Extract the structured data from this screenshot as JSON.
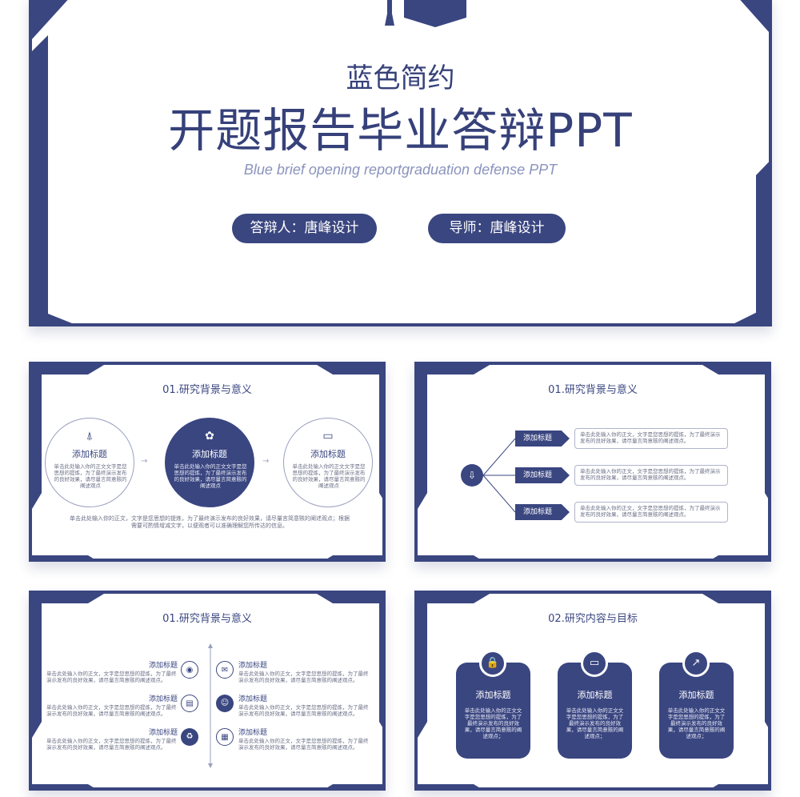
{
  "colors": {
    "navy": "#3a4680",
    "light_text": "#8a93bd",
    "body_text": "#6a6f86"
  },
  "cover": {
    "subtitle": "蓝色简约",
    "title": "开题报告毕业答辩PPT",
    "english": "Blue brief opening reportgraduation defense PPT",
    "presenter": "答辩人：唐峰设计",
    "advisor": "导师：唐峰设计",
    "icon": "graduation-cap-icon"
  },
  "slide1": {
    "title": "01.研究背景与意义",
    "circles": [
      {
        "icon": "bell-icon",
        "glyph": "⍋",
        "title": "添加标题",
        "text": "单击此处输入你的正文文字是您思想的提炼，为了最终演示发布的良好效果，请尽量言简意赅的阐述观点"
      },
      {
        "icon": "flower-icon",
        "glyph": "✿",
        "title": "添加标题",
        "text": "单击此处输入你的正文文字是您思想的提炼，为了最终演示发布的良好效果，请尽量言简意赅的阐述观点"
      },
      {
        "icon": "monitor-icon",
        "glyph": "▭",
        "title": "添加标题",
        "text": "单击此处输入你的正文文字是您思想的提炼，为了最终演示发布的良好效果，请尽量言简意赅的阐述观点"
      }
    ],
    "footer": "单击此处输入你的正文，文字是您思想的提炼，为了最终演示发布的良好效果，请尽量言简意赅的阐述观点；根据需要可酌情增减文字，以便观者可以准确理解您所传达的信息。"
  },
  "slide2": {
    "title": "01.研究背景与意义",
    "hub_icon": "download-icon",
    "items": [
      {
        "tag": "添加标题",
        "text": "单击此处输入你的正文，文字是您思想的提炼，为了最终演示发布的良好效果，请尽量言简意赅的阐述观点。"
      },
      {
        "tag": "添加标题",
        "text": "单击此处输入你的正文，文字是您思想的提炼，为了最终演示发布的良好效果，请尽量言简意赅的阐述观点。"
      },
      {
        "tag": "添加标题",
        "text": "单击此处输入你的正文，文字是您思想的提炼，为了最终演示发布的良好效果，请尽量言简意赅的阐述观点。"
      }
    ]
  },
  "slide3": {
    "title": "01.研究背景与意义",
    "left": [
      {
        "icon": "location-icon",
        "glyph": "◉",
        "title": "添加标题",
        "text": "单击此处输入你的正文，文字是您思想的提炼，为了最终演示发布的良好效果，请尽量言简意赅的阐述观点。"
      },
      {
        "icon": "document-icon",
        "glyph": "▤",
        "title": "添加标题",
        "text": "单击此处输入你的正文，文字是您思想的提炼，为了最终演示发布的良好效果，请尽量言简意赅的阐述观点。"
      },
      {
        "icon": "recycle-icon",
        "glyph": "♻",
        "title": "添加标题",
        "text": "单击此处输入你的正文，文字是您思想的提炼，为了最终演示发布的良好效果，请尽量言简意赅的阐述观点。"
      }
    ],
    "right": [
      {
        "icon": "chat-icon",
        "glyph": "✉",
        "title": "添加标题",
        "text": "单击此处输入你的正文，文字是您思想的提炼，为了最终演示发布的良好效果，请尽量言简意赅的阐述观点。"
      },
      {
        "icon": "person-icon",
        "glyph": "☺",
        "title": "添加标题",
        "text": "单击此处输入你的正文，文字是您思想的提炼，为了最终演示发布的良好效果，请尽量言简意赅的阐述观点。"
      },
      {
        "icon": "calendar-icon",
        "glyph": "▦",
        "title": "添加标题",
        "text": "单击此处输入你的正文，文字是您思想的提炼，为了最终演示发布的良好效果，请尽量言简意赅的阐述观点。"
      }
    ]
  },
  "slide4": {
    "title": "02.研究内容与目标",
    "cards": [
      {
        "icon": "lock-icon",
        "glyph": "🔒",
        "title": "添加标题",
        "text": "单击此处输入你的正文文字是您思想的提炼，为了最终演示发布的良好效果，请尽量言简意赅的阐述观点；"
      },
      {
        "icon": "card-icon",
        "glyph": "▭",
        "title": "添加标题",
        "text": "单击此处输入你的正文文字是您思想的提炼，为了最终演示发布的良好效果，请尽量言简意赅的阐述观点；"
      },
      {
        "icon": "trend-icon",
        "glyph": "↗",
        "title": "添加标题",
        "text": "单击此处输入你的正文文字是您思想的提炼，为了最终演示发布的良好效果，请尽量言简意赅的阐述观点；"
      }
    ]
  }
}
